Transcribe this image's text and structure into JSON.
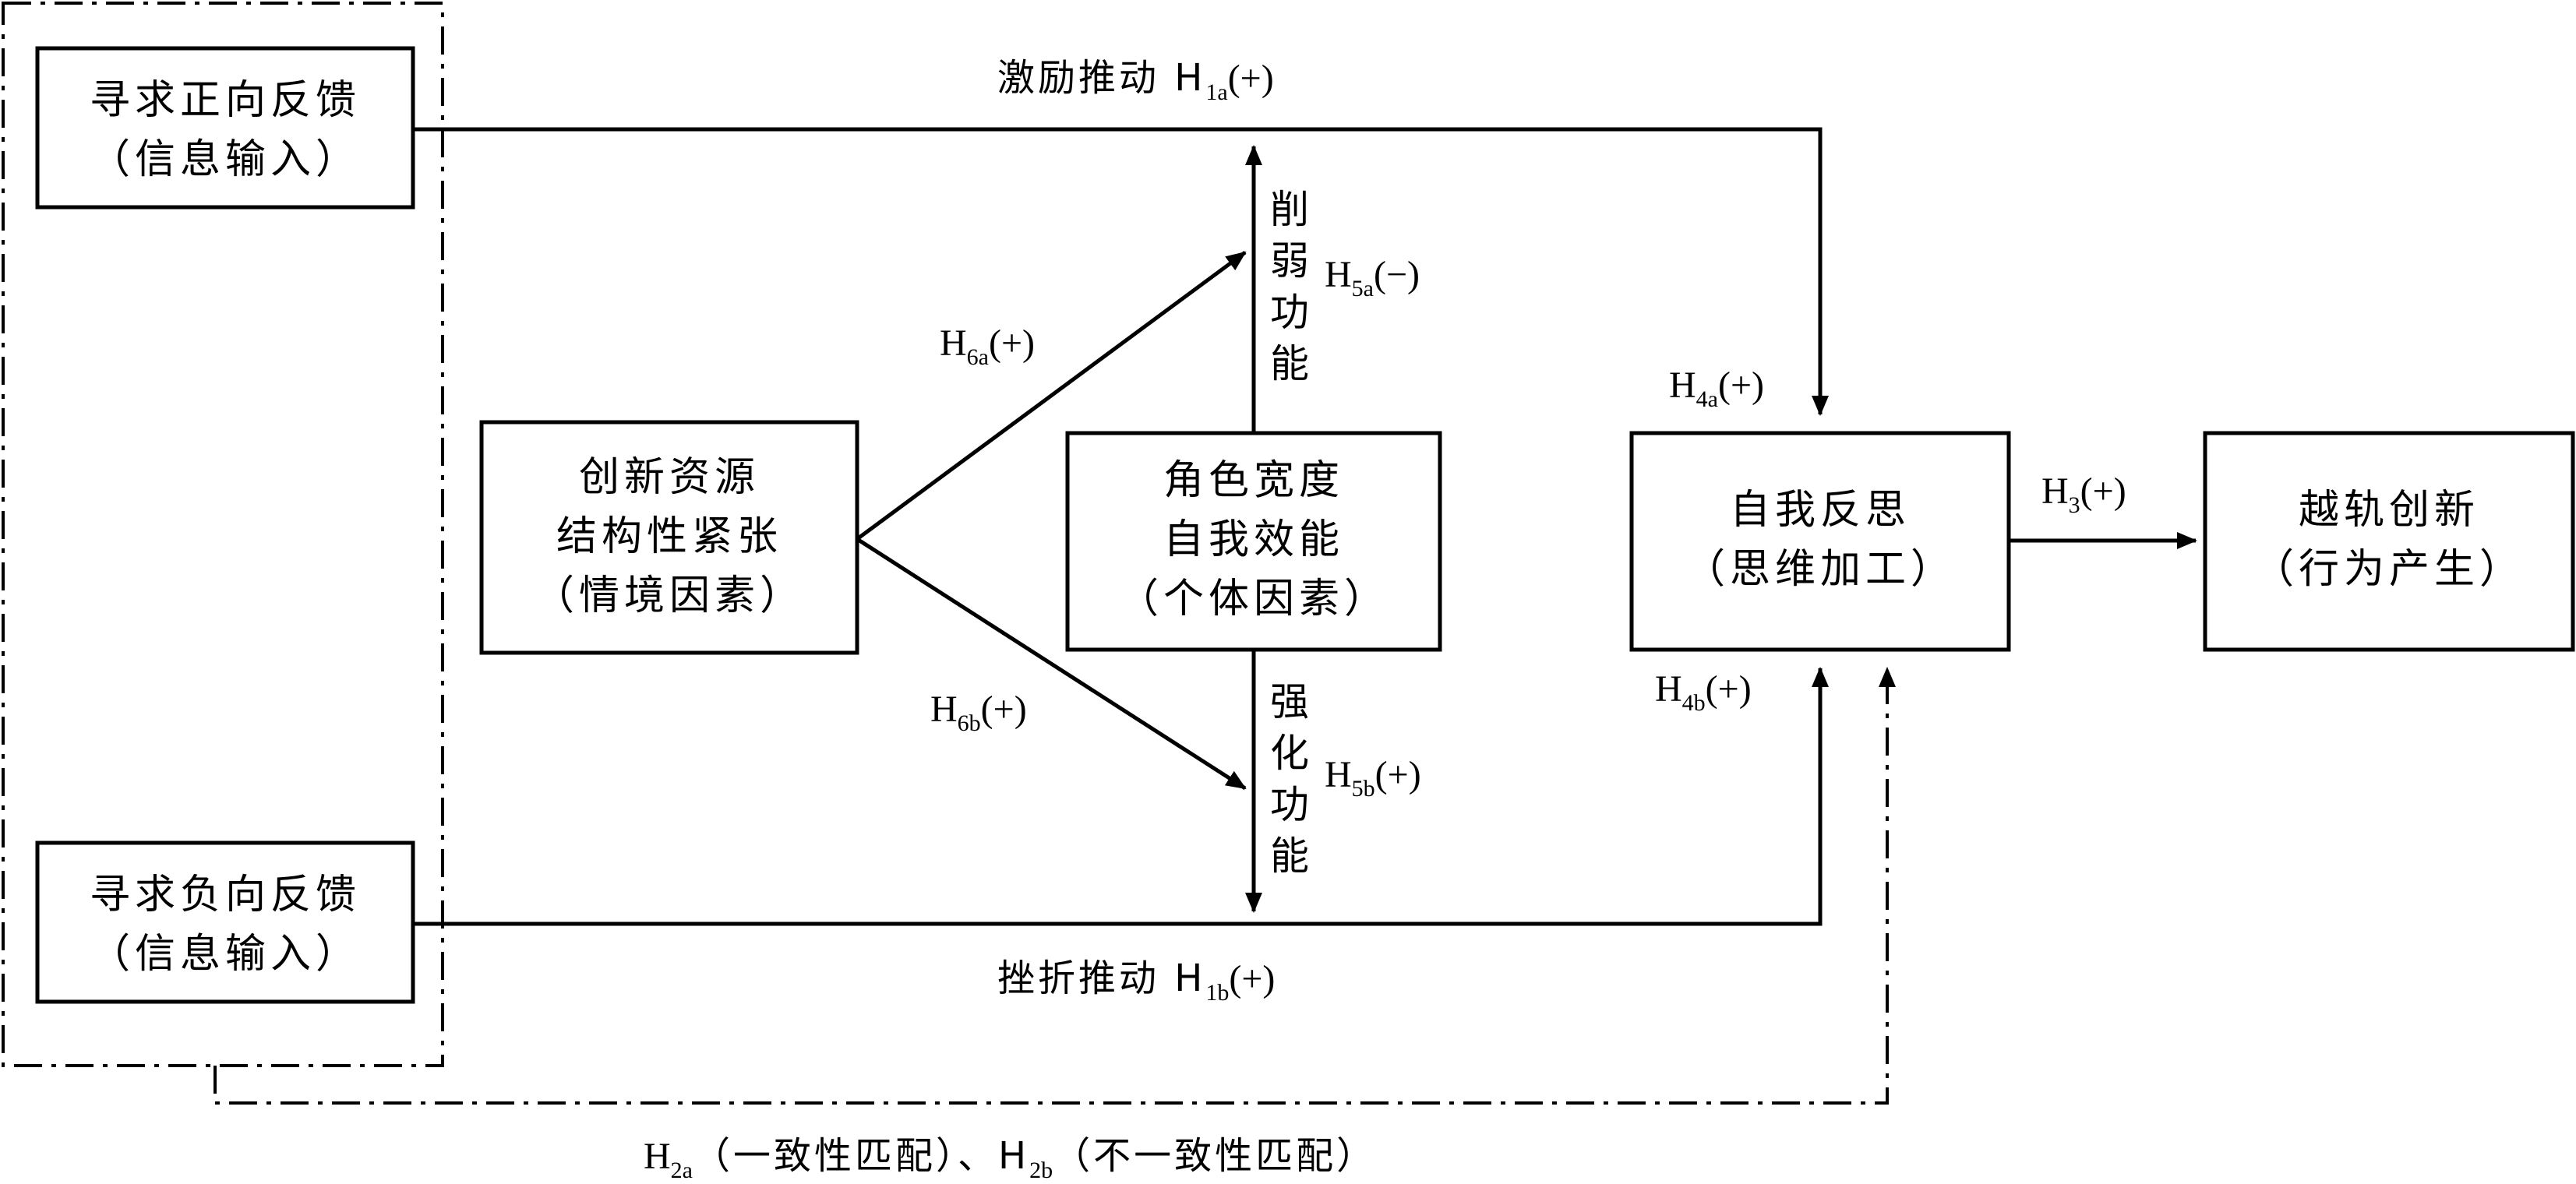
{
  "nodes": {
    "pos_feedback": [
      "寻求正向反馈",
      "（信息输入）"
    ],
    "neg_feedback": [
      "寻求负向反馈",
      "（信息输入）"
    ],
    "tension": [
      "创新资源",
      "结构性紧张",
      "（情境因素）"
    ],
    "role": [
      "角色宽度",
      "自我效能",
      "（个体因素）"
    ],
    "reflection": [
      "自我反思",
      "（思维加工）"
    ],
    "innovation": [
      "越轨创新",
      "（行为产生）"
    ]
  },
  "labels": {
    "h1a": {
      "pre": "激励推动 H",
      "sub": "1a",
      "post": "(+)"
    },
    "h1b": {
      "pre": "挫折推动 H",
      "sub": "1b",
      "post": "(+)"
    },
    "h3": {
      "pre": "H",
      "sub": "3",
      "post": "(+)"
    },
    "h4a": {
      "pre": "H",
      "sub": "4a",
      "post": "(+)"
    },
    "h4b": {
      "pre": "H",
      "sub": "4b",
      "post": "(+)"
    },
    "h5a": {
      "pre": "H",
      "sub": "5a",
      "post": "(−)"
    },
    "h5b": {
      "pre": "H",
      "sub": "5b",
      "post": "(+)"
    },
    "h6a": {
      "pre": "H",
      "sub": "6a",
      "post": "(+)"
    },
    "h6b": {
      "pre": "H",
      "sub": "6b",
      "post": "(+)"
    },
    "h2": {
      "a_pre": "H",
      "a_sub": "2a",
      "a_post": "（一致性匹配）、H",
      "b_sub": "2b",
      "b_post": "（不一致性匹配）"
    }
  },
  "vertical_labels": {
    "weaken": [
      "削",
      "弱",
      "功",
      "能"
    ],
    "strengthen": [
      "强",
      "化",
      "功",
      "能"
    ]
  }
}
